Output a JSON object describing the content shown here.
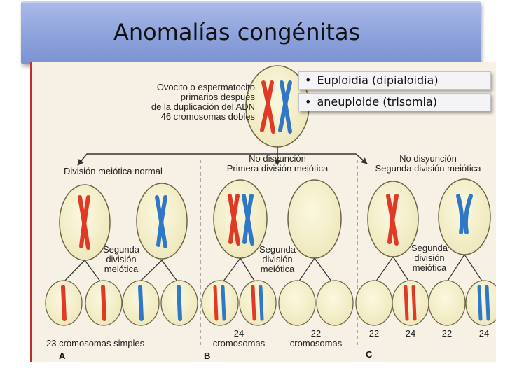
{
  "title": "Anomalías congénitas",
  "bullets": [
    "Euploidia (dipialoidia)",
    "aneuploide (trisomia)"
  ],
  "figure": {
    "top_label": [
      "Ovocito o espermatocito",
      "primarios después",
      "de la duplicación del ADN",
      "46 cromosomas dobles"
    ],
    "columns": [
      {
        "panel": "A",
        "heading": "División meiótica normal",
        "second_division": [
          "Segunda",
          "división",
          "meiótica"
        ],
        "bottom_label": "23 cromosomas simples"
      },
      {
        "panel": "B",
        "heading_top": "No disyunción",
        "heading": "Primera división meiótica",
        "second_division": [
          "Segunda",
          "división",
          "meiótica"
        ],
        "counts": [
          "24",
          "22"
        ],
        "count_labels": [
          "cromosomas",
          "cromosomas"
        ]
      },
      {
        "panel": "C",
        "heading_top": "No disyunción",
        "heading": "Segunda división meiótica",
        "second_division": [
          "Segunda",
          "división",
          "meiótica"
        ],
        "counts": [
          "22",
          "24",
          "22",
          "24"
        ]
      }
    ]
  },
  "colors": {
    "title_bar": "#8da2dc",
    "chromosome_red": "#e03a26",
    "chromosome_blue": "#2f78c8",
    "cell_fill": "#f4efc8",
    "cell_stroke": "#6b6548"
  }
}
